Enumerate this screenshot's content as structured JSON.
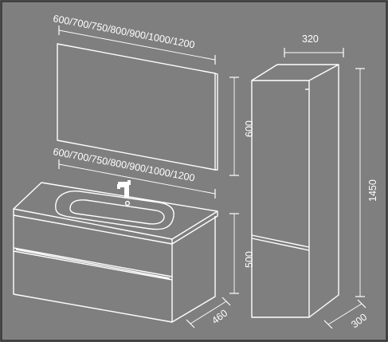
{
  "colors": {
    "background": "#7f7f7f",
    "frame": "#3a3a3a",
    "line": "#ffffff"
  },
  "dimensions": {
    "mirror_width": "600/700/750/800/900/1000/1200",
    "mirror_height": "600",
    "cabinet_width": "600/700/750/800/900/1000/1200",
    "cabinet_height": "500",
    "cabinet_depth": "460",
    "column_width": "320",
    "column_height": "1450",
    "column_depth": "300"
  }
}
